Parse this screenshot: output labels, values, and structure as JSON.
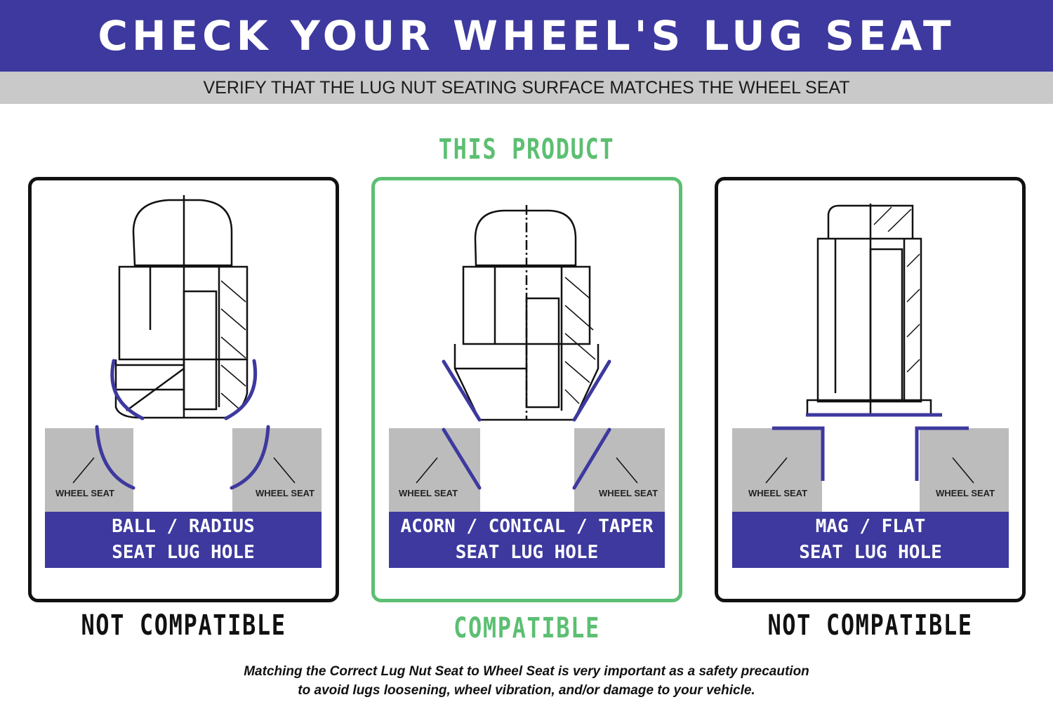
{
  "header": {
    "title": "CHECK YOUR WHEEL'S LUG SEAT",
    "subtitle": "VERIFY THAT THE LUG NUT SEATING SURFACE MATCHES THE WHEEL SEAT"
  },
  "highlight_label": "THIS PRODUCT",
  "panels": [
    {
      "seat_label_left": "WHEEL SEAT",
      "seat_label_right": "WHEEL SEAT",
      "type_line1": "BALL / RADIUS",
      "type_line2": "SEAT LUG HOLE",
      "verdict": "NOT COMPATIBLE"
    },
    {
      "seat_label_left": "WHEEL SEAT",
      "seat_label_right": "WHEEL SEAT",
      "type_line1": "ACORN / CONICAL / TAPER",
      "type_line2": "SEAT LUG HOLE",
      "verdict": "COMPATIBLE"
    },
    {
      "seat_label_left": "WHEEL SEAT",
      "seat_label_right": "WHEEL SEAT",
      "type_line1": "MAG / FLAT",
      "type_line2": "SEAT LUG HOLE",
      "verdict": "NOT COMPATIBLE"
    }
  ],
  "footer": {
    "line1": "Matching the Correct Lug Nut Seat to Wheel Seat is very important as a safety precaution",
    "line2": "to avoid lugs loosening, wheel vibration, and/or damage to your vehicle."
  },
  "colors": {
    "brand_blue": "#3d399e",
    "compatible_green": "#5cbf72",
    "seat_gray": "#bcbcbc"
  }
}
